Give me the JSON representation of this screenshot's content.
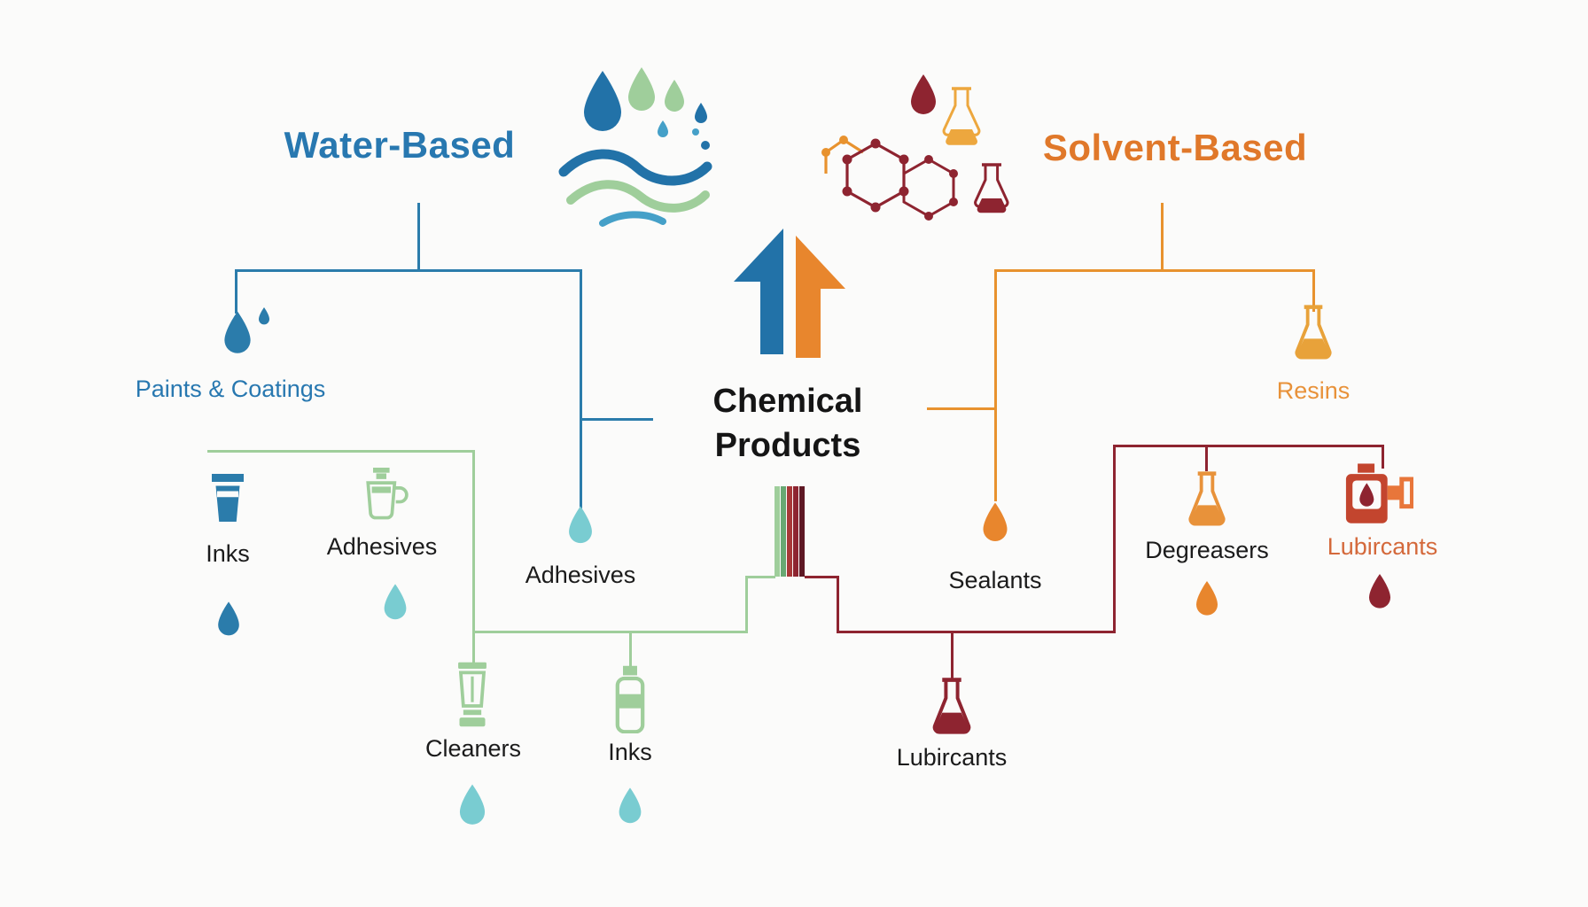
{
  "center": {
    "label_line1": "Chemical",
    "label_line2": "Products",
    "icon": "split-arrow-up-icon",
    "text_color": "#151515"
  },
  "water_branch": {
    "title": "Water-Based",
    "title_color": "#2878b0",
    "primary_line_color": "#2b7cab",
    "secondary_line_color": "#9fce9b",
    "droplet_color": "#79ccd1",
    "header_icon": "water-droplets-waves-icon",
    "nodes": [
      {
        "label": "Paints & Coatings",
        "icon": "droplet-icon",
        "label_color": "#2878b0"
      },
      {
        "label": "Inks",
        "icon": "ink-cup-icon",
        "label_color": "#1b1b1b"
      },
      {
        "label": "Adhesives",
        "icon": "glue-jug-icon",
        "label_color": "#1b1b1b"
      },
      {
        "label": "Adhesives",
        "icon": "droplet-icon",
        "label_color": "#1b1b1b"
      },
      {
        "label": "Cleaners",
        "icon": "blender-bottle-icon",
        "label_color": "#1b1b1b"
      },
      {
        "label": "Inks",
        "icon": "ink-bottle-icon",
        "label_color": "#1b1b1b"
      }
    ]
  },
  "solvent_branch": {
    "title": "Solvent-Based",
    "title_color": "#e0782a",
    "primary_line_color": "#e8922e",
    "secondary_line_color": "#8e2430",
    "header_icon": "molecule-flasks-icon",
    "nodes": [
      {
        "label": "Resins",
        "icon": "flask-icon",
        "label_color": "#e8923a"
      },
      {
        "label": "Sealants",
        "icon": "droplet-icon",
        "label_color": "#1b1b1b"
      },
      {
        "label": "Degreasers",
        "icon": "flask-icon",
        "label_color": "#1b1b1b"
      },
      {
        "label": "Lubircants",
        "icon": "oil-can-icon",
        "label_color": "#d4693b"
      },
      {
        "label": "Lubircants",
        "icon": "flask-icon",
        "label_color": "#1b1b1b"
      }
    ]
  },
  "colors": {
    "blue": "#2b7cab",
    "light_green": "#9fce9b",
    "teal": "#79ccd1",
    "orange": "#e8862d",
    "golden": "#e8a23a",
    "dark_red": "#8e2430",
    "rust": "#d4693b"
  }
}
